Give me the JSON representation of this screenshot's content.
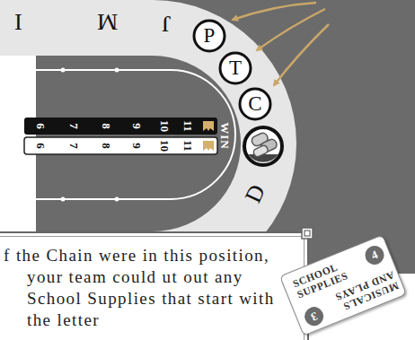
{
  "diagram": {
    "nodes": [
      {
        "text": [
          "P"
        ]
      },
      {
        "text": [
          "T"
        ]
      },
      {
        "text": [
          "C"
        ]
      },
      {
        "text": [
          "f the Chain were in this position, your team could ut out any School Supplies that start with the letter"
        ]
      },
      {
        "text": [
          "SCHOOL SUPPLIES",
          "MUSICALS AND PLAYS"
        ]
      },
      {
        "text": [
          "4"
        ],
        "in": 4
      },
      {
        "text": [
          "3"
        ],
        "in": 4
      }
    ],
    "labels": [
      "I",
      "M",
      "J",
      "D",
      "6",
      "7",
      "8",
      "9",
      "10",
      "11",
      "6",
      "7",
      "8",
      "9",
      "10",
      "11",
      "WIN"
    ]
  }
}
